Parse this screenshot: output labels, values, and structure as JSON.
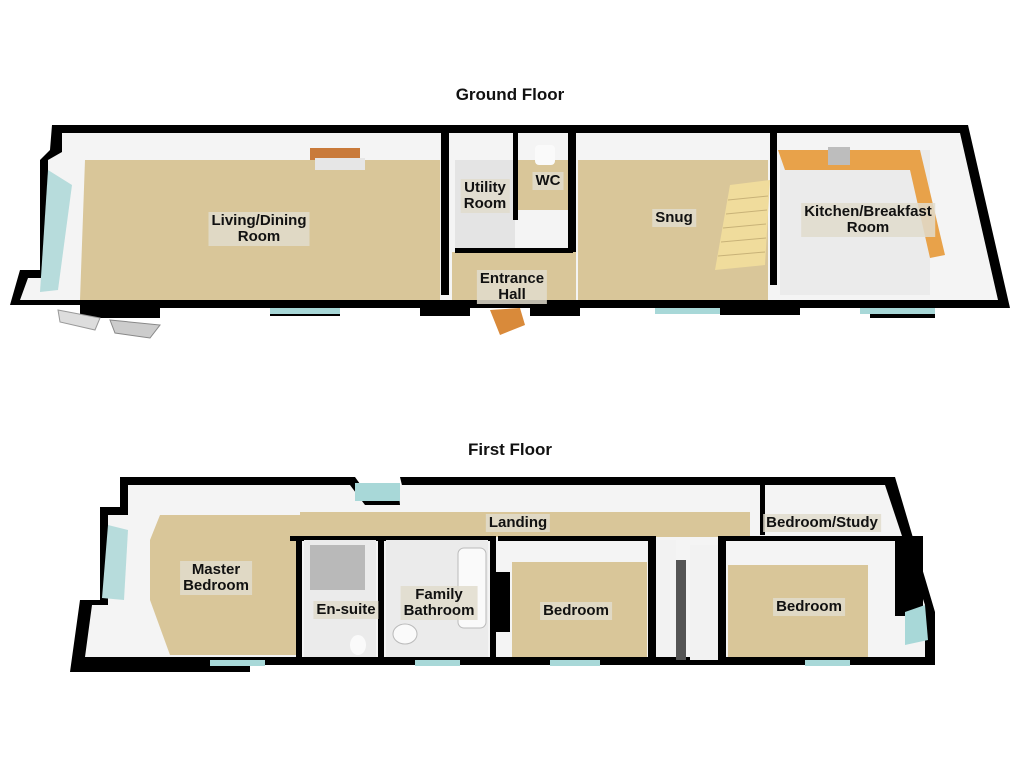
{
  "ground_floor": {
    "title": "Ground Floor",
    "rooms": [
      {
        "name": "Living/Dining",
        "name2": "Room"
      },
      {
        "name": "Utility",
        "name2": "Room"
      },
      {
        "name": "WC"
      },
      {
        "name": "Entrance",
        "name2": "Hall"
      },
      {
        "name": "Snug"
      },
      {
        "name": "Kitchen/Breakfast",
        "name2": "Room"
      }
    ]
  },
  "first_floor": {
    "title": "First Floor",
    "rooms": [
      {
        "name": "Master",
        "name2": "Bedroom"
      },
      {
        "name": "En-suite"
      },
      {
        "name": "Family",
        "name2": "Bathroom"
      },
      {
        "name": "Landing"
      },
      {
        "name": "Bedroom"
      },
      {
        "name": "Bedroom/Study"
      },
      {
        "name": "Bedroom"
      }
    ]
  },
  "colors": {
    "wall": "#000000",
    "carpet": "#d9c699",
    "tile": "#e8e8e8",
    "window": "#a8d8d8",
    "worktop": "#e8a24a",
    "door": "#d98a3a"
  }
}
